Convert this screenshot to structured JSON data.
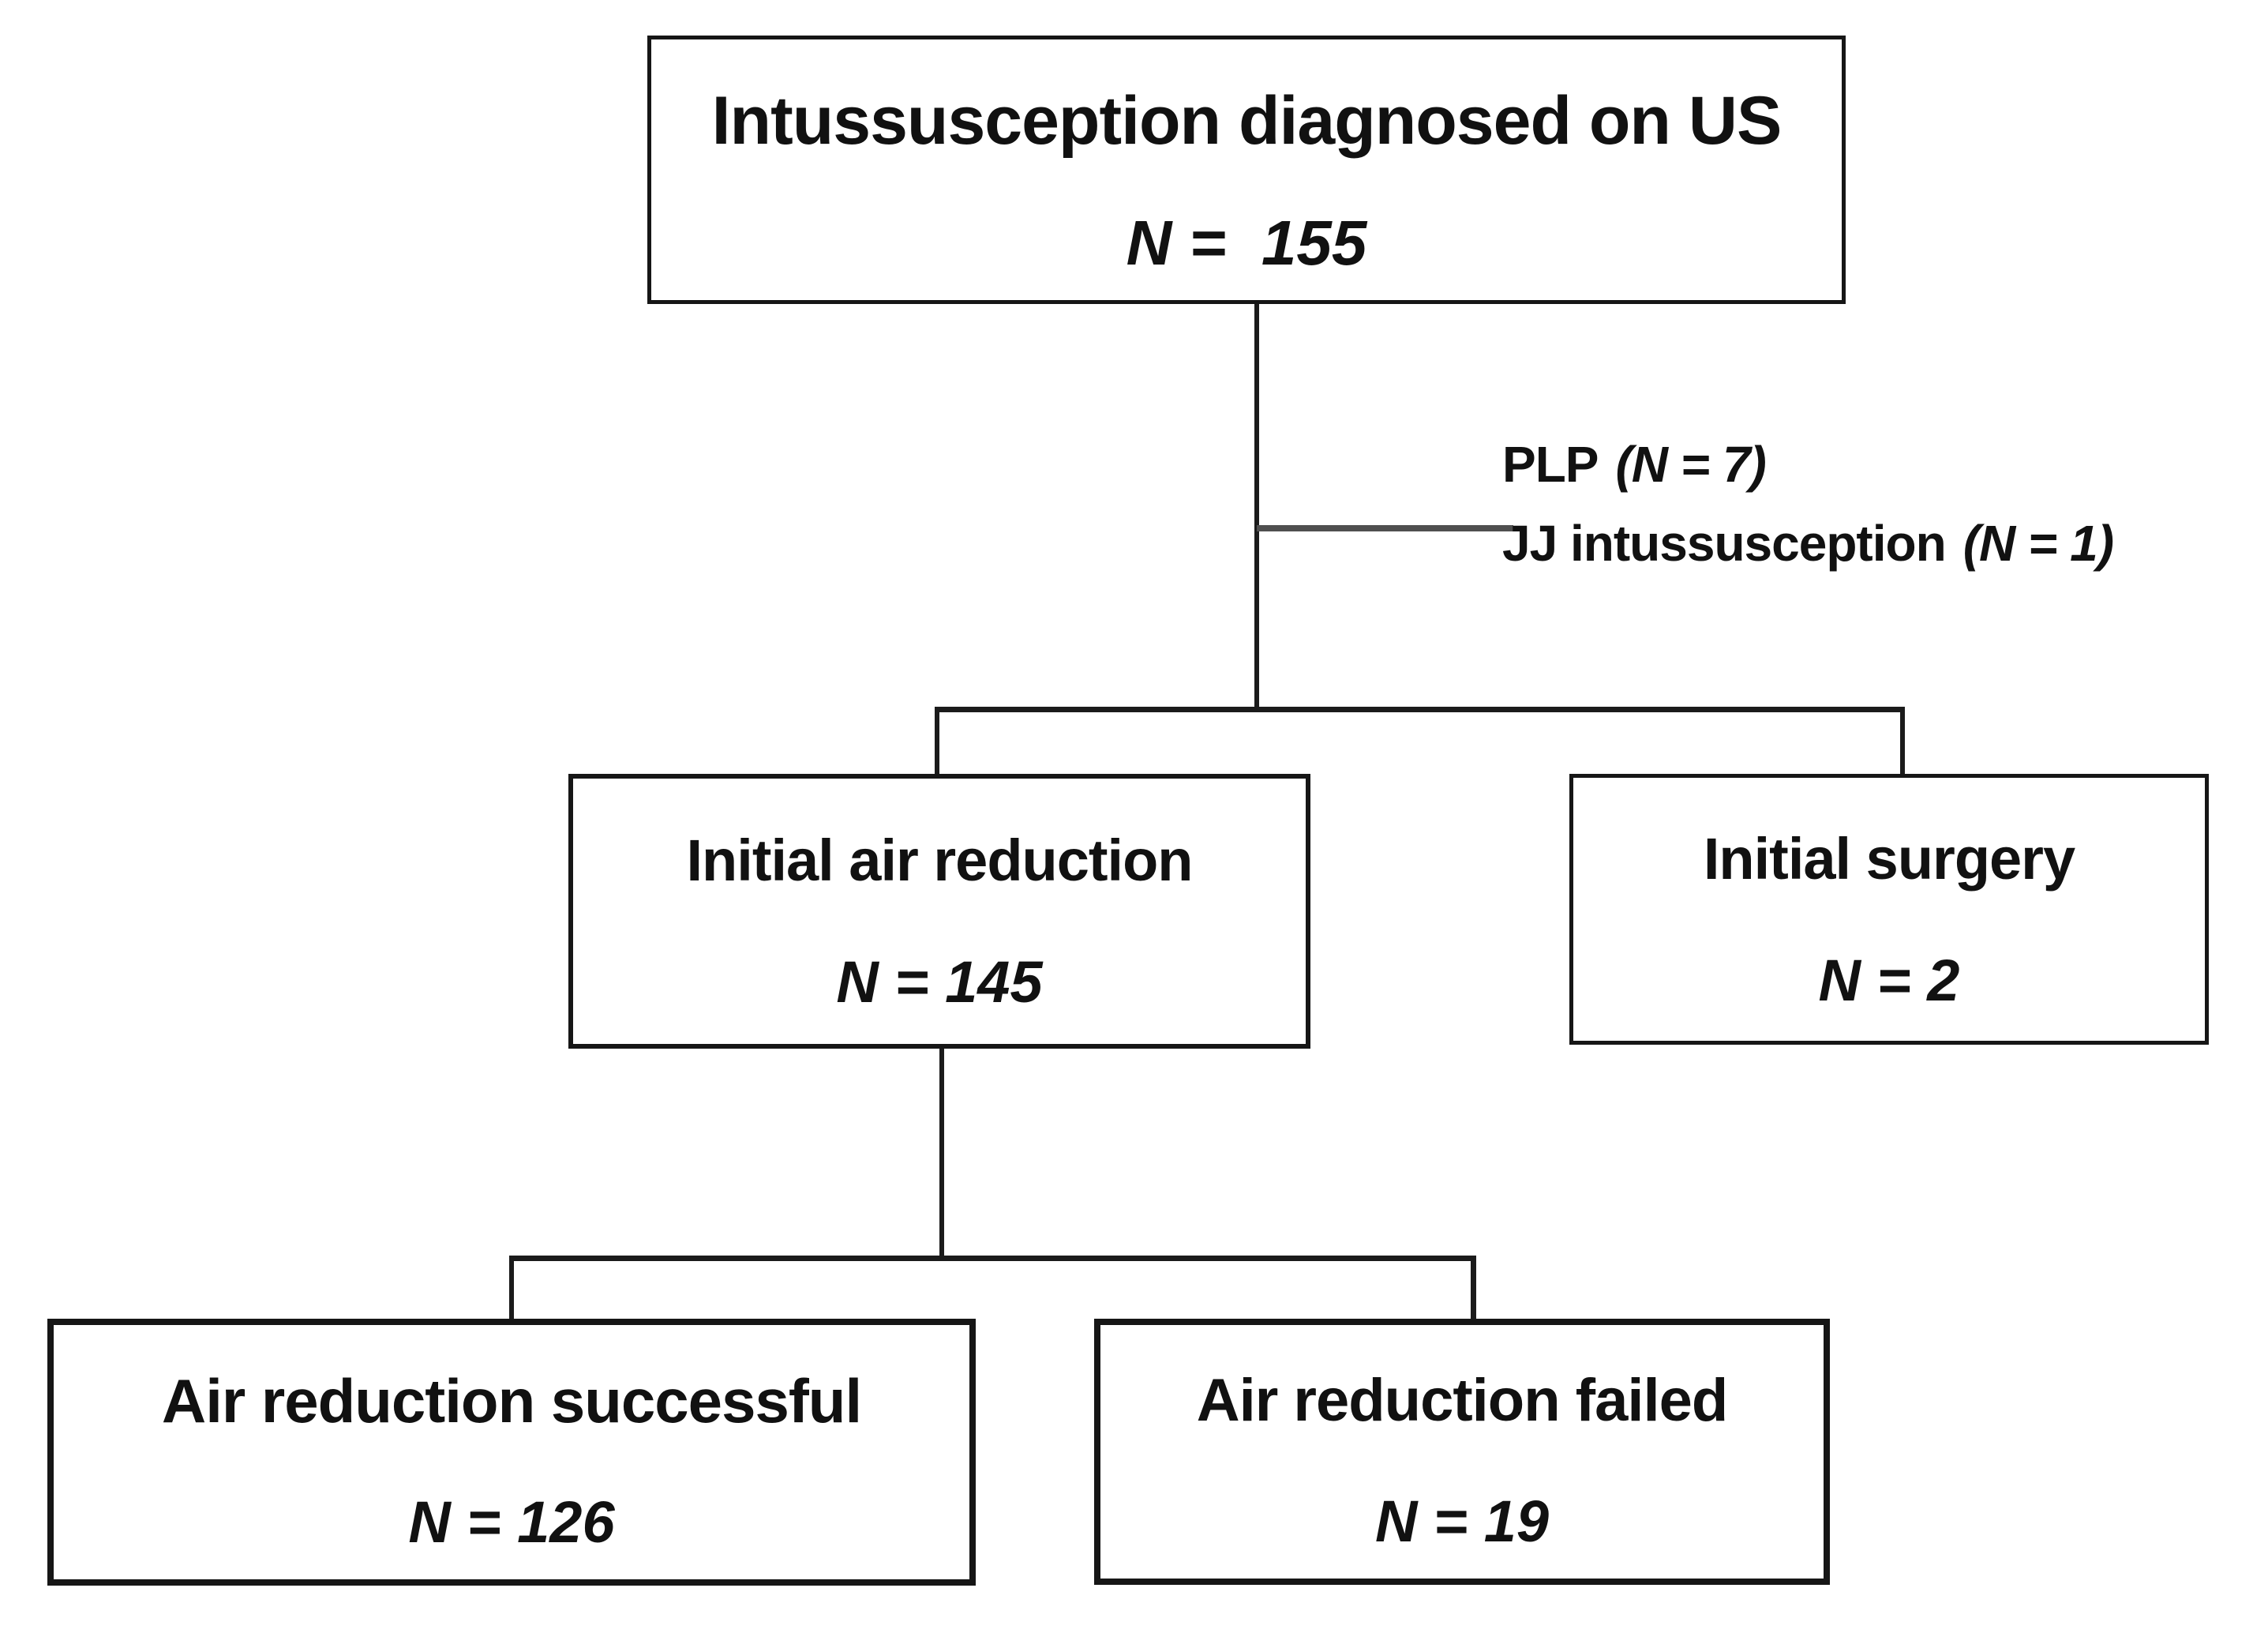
{
  "figure": {
    "background_color": "#ffffff",
    "ink_color": "#161616",
    "exclusion_tick_color": "#4f4f4f",
    "nodes": [
      {
        "title": "Intussusception diagnosed on US",
        "n_label": "N =  155"
      },
      {
        "title": "Initial air reduction",
        "n_label": "N = 145"
      },
      {
        "title": "Initial surgery",
        "n_label": "N = 2"
      },
      {
        "title": "Air reduction successful",
        "n_label": "N = 126"
      },
      {
        "title": "Air reduction failed",
        "n_label": "N = 19"
      }
    ],
    "exclusions": [
      {
        "label": "PLP",
        "n_label": "(N = 7)"
      },
      {
        "label": "JJ intussusception",
        "n_label": "(N = 1)"
      }
    ]
  }
}
